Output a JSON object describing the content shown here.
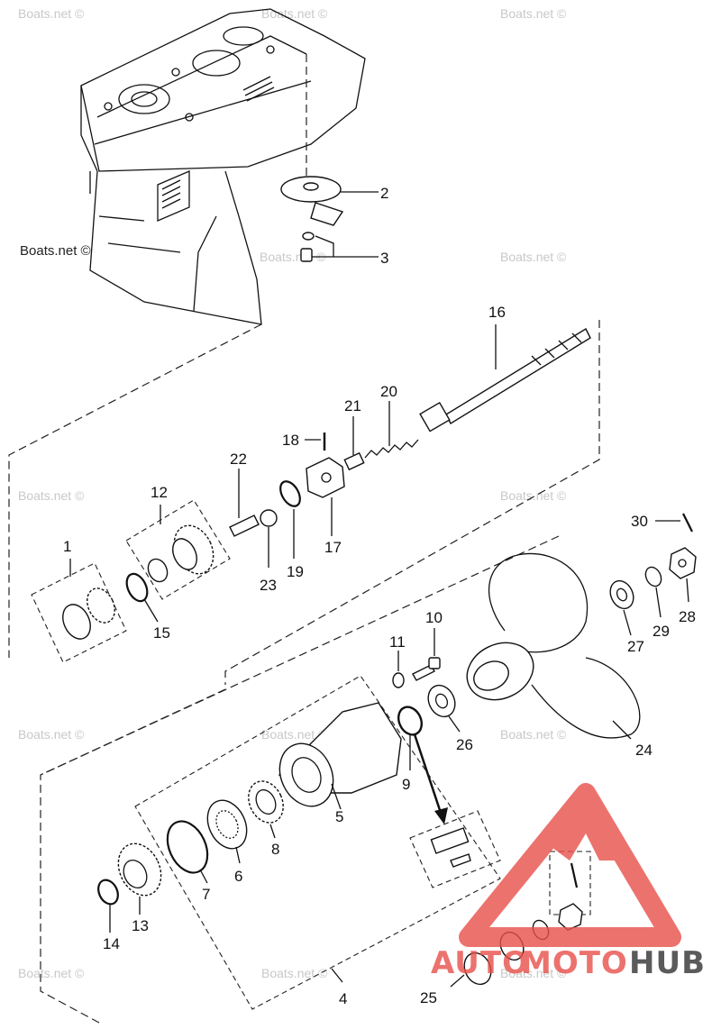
{
  "watermark_text": "Boats.net ©",
  "callouts": {
    "c1": "1",
    "c2": "2",
    "c3": "3",
    "c4": "4",
    "c5": "5",
    "c6": "6",
    "c7": "7",
    "c8": "8",
    "c9": "9",
    "c10": "10",
    "c11": "11",
    "c12": "12",
    "c13": "13",
    "c14": "14",
    "c15": "15",
    "c16": "16",
    "c17": "17",
    "c18": "18",
    "c19": "19",
    "c20": "20",
    "c21": "21",
    "c22": "22",
    "c23": "23",
    "c24": "24",
    "c25": "25",
    "c26": "26",
    "c27": "27",
    "c28": "28",
    "c29": "29",
    "c30": "30"
  },
  "logo": {
    "text_part1": "AUTO",
    "text_part2": "MOTO",
    "text_part3": "HUB",
    "color_primary": "#e8504a",
    "color_secondary": "#333333"
  }
}
